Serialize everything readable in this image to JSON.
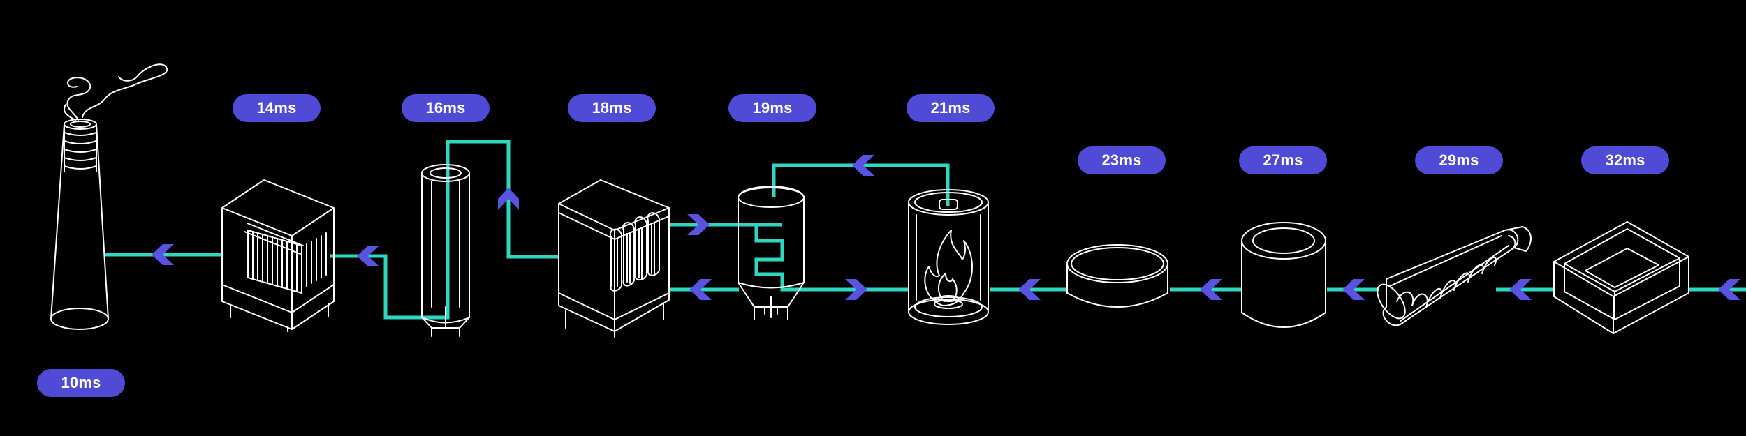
{
  "colors": {
    "background": "#000000",
    "pipe": "#2fd6c0",
    "arrow": "#5a52e0",
    "badge": "#4f4bd6",
    "equipment_line": "#ffffff"
  },
  "stages": [
    {
      "name": "smokestack",
      "icon": "smokestack-icon",
      "latency": "10ms"
    },
    {
      "name": "filter-housing",
      "icon": "filter-housing-icon",
      "latency": "14ms"
    },
    {
      "name": "tall-column",
      "icon": "column-tower-icon",
      "latency": "16ms"
    },
    {
      "name": "bag-filter",
      "icon": "bag-filter-icon",
      "latency": "18ms"
    },
    {
      "name": "heat-exchanger",
      "icon": "heat-exchanger-icon",
      "latency": "19ms"
    },
    {
      "name": "combustion-chamber",
      "icon": "flame-chamber-icon",
      "latency": "21ms"
    },
    {
      "name": "flat-tank",
      "icon": "flat-tank-icon",
      "latency": "23ms"
    },
    {
      "name": "ring-cylinder",
      "icon": "ring-cylinder-icon",
      "latency": "27ms"
    },
    {
      "name": "screw-conveyor",
      "icon": "screw-conveyor-icon",
      "latency": "29ms"
    },
    {
      "name": "hopper-box",
      "icon": "hopper-box-icon",
      "latency": "32ms"
    }
  ]
}
